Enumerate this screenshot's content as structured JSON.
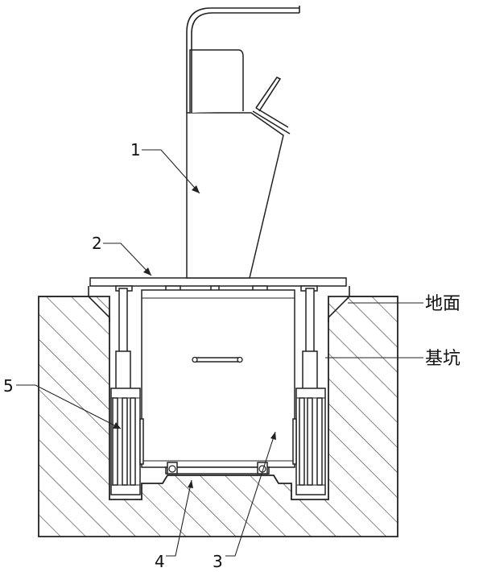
{
  "labels": {
    "part1": "1",
    "part2": "2",
    "part3": "3",
    "part4": "4",
    "part5": "5",
    "ground": "地面",
    "pit": "基坑"
  }
}
